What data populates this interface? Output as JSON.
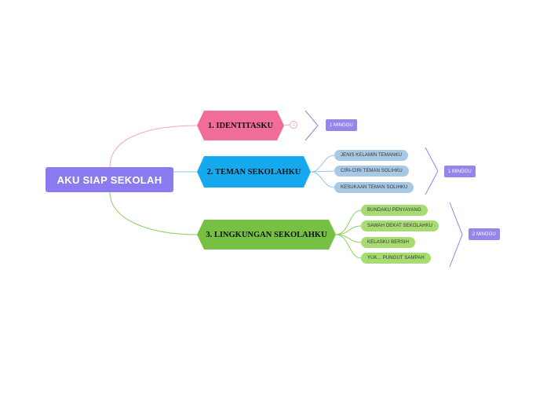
{
  "root": {
    "label": "AKU SIAP SEKOLAH"
  },
  "branches": [
    {
      "label": "1. IDENTITASKU",
      "collapsed_count": "1",
      "summary": "1 MINGGU",
      "children": []
    },
    {
      "label": "2. TEMAN SEKOLAHKU",
      "summary": "1 MINGGU",
      "children": [
        {
          "label": "JENIS KELAMIN TEMANKU"
        },
        {
          "label": "CIRI-CIRI TEMAN SOLIHKU"
        },
        {
          "label": "KESUKAAN TEMAN SOLIHKU"
        }
      ]
    },
    {
      "label": "3. LINGKUNGAN SEKOLAHKU",
      "summary": "2 MINGGU",
      "children": [
        {
          "label": "BUNDAKU PENYAYANG"
        },
        {
          "label": "SAWAH DEKAT SEKOLAHKU"
        },
        {
          "label": "KELASKU BERSIH"
        },
        {
          "label": "YUK... PUNGUT SAMPAH"
        }
      ]
    }
  ],
  "colors": {
    "root": "#8a7cee",
    "branch_1": "#f06c99",
    "branch_2": "#17a9ee",
    "branch_3": "#76c043",
    "summary_tag": "#9486ea"
  }
}
